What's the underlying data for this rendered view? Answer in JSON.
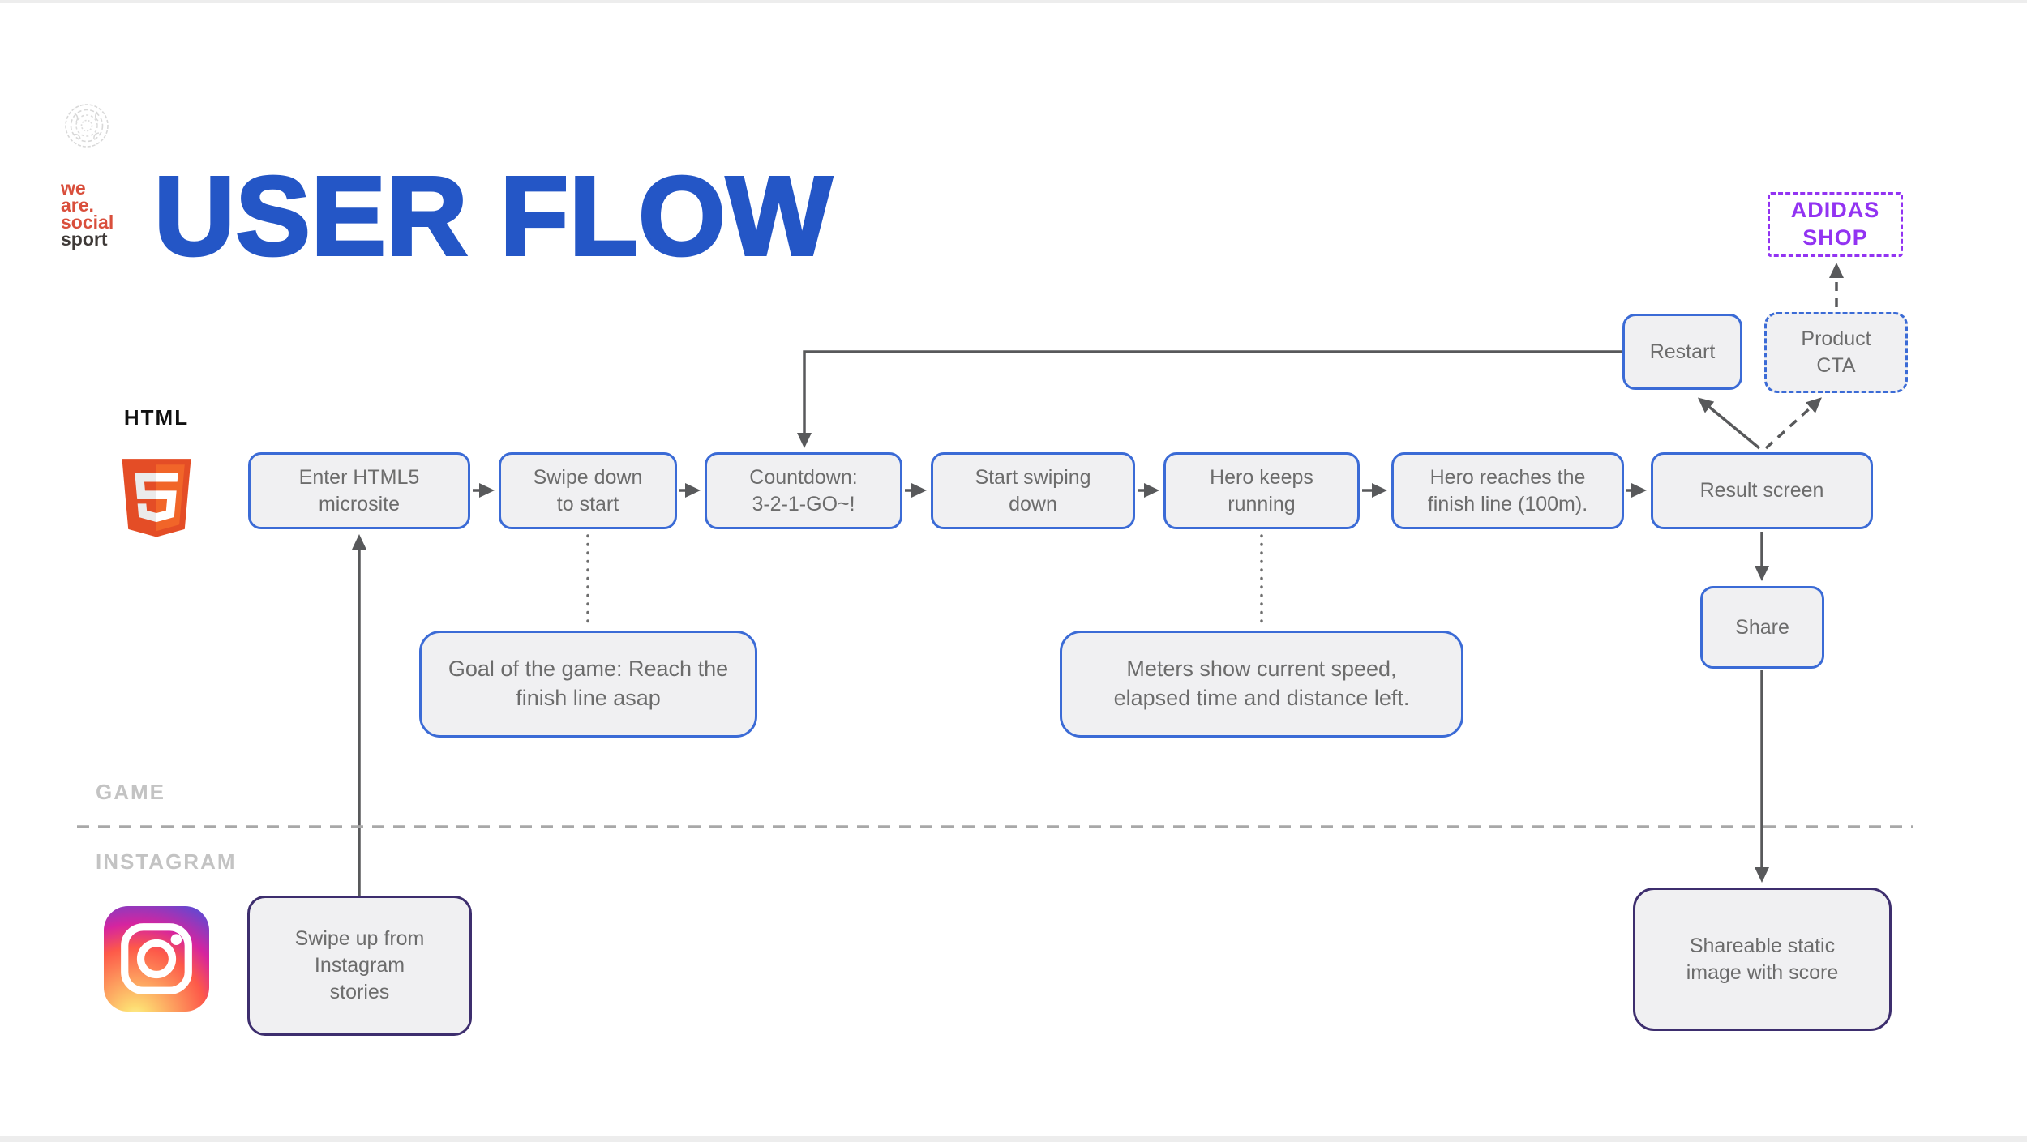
{
  "title": "USER FLOW",
  "brand_logo": {
    "line1": "we",
    "line2": "are.",
    "line3": "social",
    "line4": "sport"
  },
  "html5_logo": {
    "label": "HTML"
  },
  "lanes": {
    "game": "GAME",
    "instagram": "INSTAGRAM"
  },
  "colors": {
    "accent_blue": "#3b6bd6",
    "title_blue": "#2456c6",
    "purple": "#9233f2",
    "indigo": "#3d2e6e",
    "box_fill": "#f0f0f2",
    "box_text": "#6c6c6c",
    "arrow_gray": "#58595b",
    "lane_label_gray": "#c3c3c3",
    "brand_red": "#d94f3c"
  },
  "nodes": {
    "enter_microsite": "Enter HTML5\nmicrosite",
    "swipe_down": "Swipe down\nto start",
    "countdown": "Countdown:\n3-2-1-GO~!",
    "start_swiping": "Start swiping\ndown",
    "hero_running": "Hero keeps\nrunning",
    "hero_finish": "Hero reaches the\nfinish line (100m).",
    "result_screen": "Result screen",
    "restart": "Restart",
    "product_cta": "Product\nCTA",
    "adidas_shop": "ADIDAS\nSHOP",
    "share": "Share",
    "goal_note": "Goal of the game: Reach the\nfinish line asap",
    "meters_note": "Meters show current speed,\nelapsed time and distance left.",
    "swipe_up": "Swipe up from\nInstagram\nstories",
    "shareable": "Shareable static\nimage with score"
  }
}
